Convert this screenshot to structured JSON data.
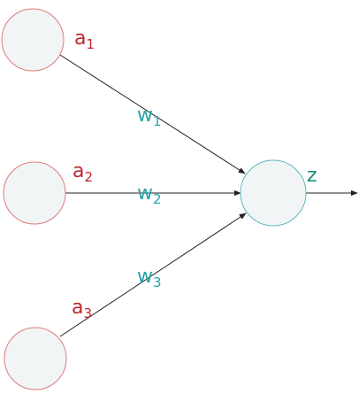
{
  "colors": {
    "input_text": "#c0272d",
    "weight_text": "#29a3a6",
    "output_text": "#1d8e79",
    "input_node_stroke": "#e07a7a",
    "output_node_stroke": "#5fb6c2",
    "edge": "#222222"
  },
  "inputs": [
    {
      "base": "a",
      "sub": "1"
    },
    {
      "base": "a",
      "sub": "2"
    },
    {
      "base": "a",
      "sub": "3"
    }
  ],
  "weights": [
    {
      "base": "w",
      "sub": "1"
    },
    {
      "base": "w",
      "sub": "2"
    },
    {
      "base": "w",
      "sub": "3"
    }
  ],
  "output": {
    "label": "z"
  }
}
